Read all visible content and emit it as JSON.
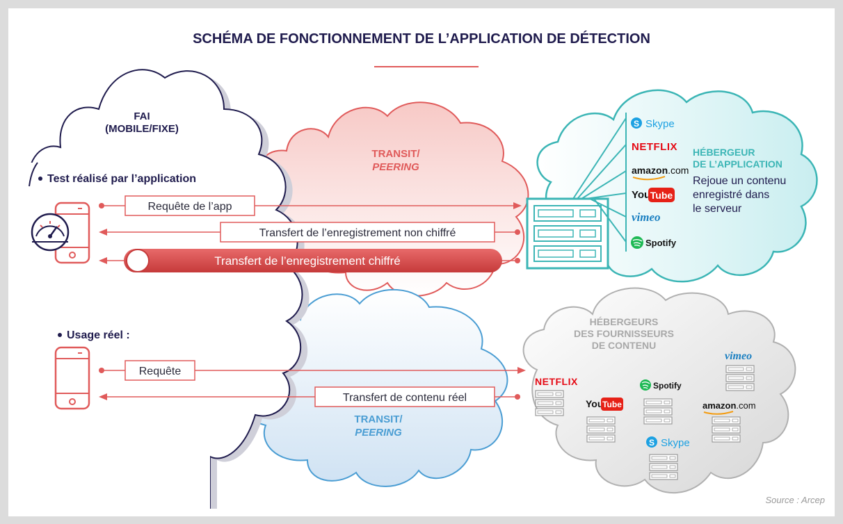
{
  "title": "SCHÉMA DE FONCTIONNEMENT DE L’APPLICATION DE DÉTECTION",
  "fai": {
    "line1": "FAI",
    "line2": "(MOBILE/FIXE)"
  },
  "test_heading": "Test réalisé par l’application",
  "usage_heading": "Usage réel :",
  "transit_top": {
    "line1": "TRANSIT/",
    "line2": "PEERING"
  },
  "transit_bottom": {
    "line1": "TRANSIT/",
    "line2": "PEERING"
  },
  "app_host": {
    "heading1": "HÉBERGEUR",
    "heading2": "DE L’APPLICATION",
    "desc1": "Rejoue un contenu",
    "desc2": "enregistré dans",
    "desc3": "le serveur"
  },
  "content_hosts": {
    "line1": "HÉBERGEURS",
    "line2": "DES FOURNISSEURS",
    "line3": "DE CONTENU"
  },
  "arrows": {
    "request_app": "Requête de l’app",
    "transfer_unencrypted": "Transfert de l’enregistrement non chiffré",
    "transfer_encrypted": "Transfert de l’enregistrement chiffré",
    "request": "Requête",
    "transfer_real": "Transfert de contenu réel"
  },
  "logos": {
    "skype": "Skype",
    "netflix": "NETFLIX",
    "amazon": "amazon",
    "amazon_suffix": ".com",
    "youtube_you": "You",
    "youtube_tube": "Tube",
    "vimeo": "vimeo",
    "spotify": "Spotify"
  },
  "source": "Source : Arcep",
  "colors": {
    "navy": "#1f1b4d",
    "red": "#e05a5a",
    "blue": "#4a9dd3",
    "teal": "#3bb5b5",
    "grey": "#a8a8a8"
  }
}
